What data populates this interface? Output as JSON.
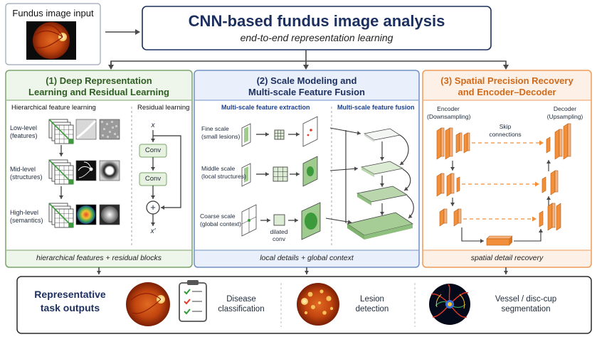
{
  "input": {
    "label": "Fundus image input"
  },
  "header": {
    "title": "CNN-based fundus image analysis",
    "subtitle": "end-to-end representation learning"
  },
  "panel1": {
    "title_line1": "(1) Deep Representation",
    "title_line2": "Learning and Residual Learning",
    "hier_title": "Hierarchical feature learning",
    "res_title": "Residual learning",
    "low_line1": "Low-level",
    "low_line2": "(features)",
    "mid_line1": "Mid-level",
    "mid_line2": "(structures)",
    "high_line1": "High-level",
    "high_line2": "(semantics)",
    "x_in": "x",
    "conv1": "Conv",
    "conv2": "Conv",
    "plus": "+",
    "x_out": "x′",
    "footer": "hierarchical features + residual blocks"
  },
  "panel2": {
    "title_line1": "(2) Scale Modeling and",
    "title_line2": "Multi-scale Feature Fusion",
    "extract_title": "Multi-scale feature extraction",
    "fusion_title": "Multi-scale feature fusion",
    "fine_line1": "Fine scale",
    "fine_line2": "(small lesions)",
    "middle_line1": "Middle scale",
    "middle_line2": "(local structures)",
    "coarse_line1": "Coarse scale",
    "coarse_line2": "(global context)",
    "dilated_line1": "dilated",
    "dilated_line2": "conv",
    "footer": "local details + global context"
  },
  "panel3": {
    "title_line1": "(3) Spatial Precision Recovery",
    "title_line2": "and Encoder–Decoder",
    "enc_line1": "Encoder",
    "enc_line2": "(Downsampling)",
    "dec_line1": "Decoder",
    "dec_line2": "(Upsampling)",
    "skip_line1": "Skip",
    "skip_line2": "connections",
    "footer": "spatial detail recovery"
  },
  "outputs": {
    "title_line1": "Representative",
    "title_line2": "task outputs",
    "disease_line1": "Disease",
    "disease_line2": "classification",
    "lesion_line1": "Lesion",
    "lesion_line2": "detection",
    "vessel_line1": "Vessel / disc-cup",
    "vessel_line2": "segmentation"
  },
  "colors": {
    "navy": "#1c2f5e",
    "green_border": "#7aa36a",
    "green_bg": "#eef5ea",
    "green_fill": "#9fcb8f",
    "blue_border": "#6f8fc4",
    "blue_bg": "#eaf0fb",
    "orange_border": "#ee9a5a",
    "orange_bg": "#fdf1e7",
    "orange_fill": "#f28f3b"
  }
}
